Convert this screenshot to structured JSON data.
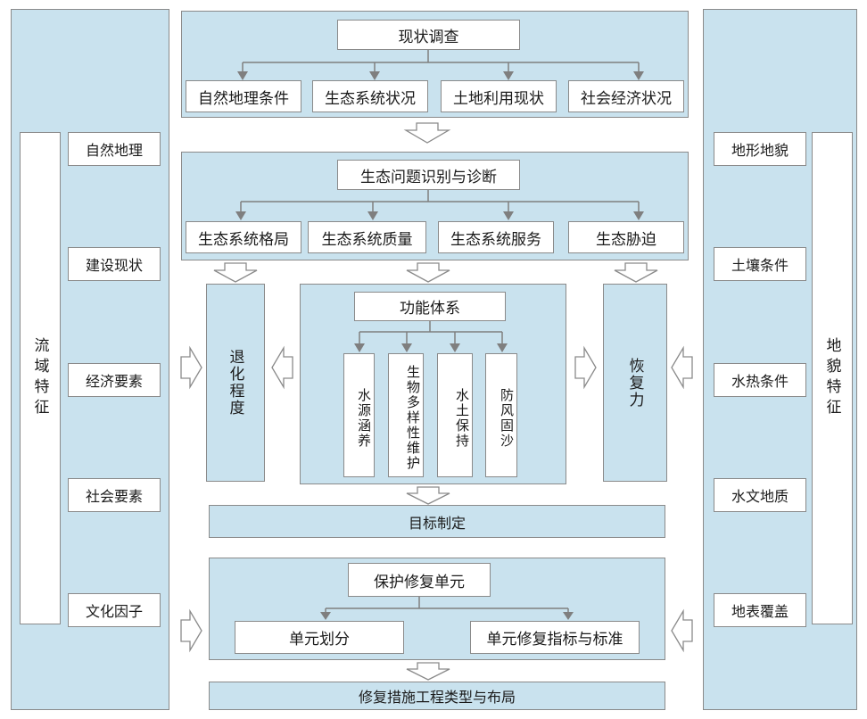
{
  "left_panel": {
    "title": "流域特征",
    "items": [
      "自然地理",
      "建设现状",
      "经济要素",
      "社会要素",
      "文化因子"
    ]
  },
  "right_panel": {
    "title": "地貌特征",
    "items": [
      "地形地貌",
      "土壤条件",
      "水热条件",
      "水文地质",
      "地表覆盖"
    ]
  },
  "survey": {
    "title": "现状调查",
    "items": [
      "自然地理条件",
      "生态系统状况",
      "土地利用现状",
      "社会经济状况"
    ]
  },
  "diagnosis": {
    "title": "生态问题识别与诊断",
    "items": [
      "生态系统格局",
      "生态系统质量",
      "生态系统服务",
      "生态胁迫"
    ]
  },
  "degradation": "退化程度",
  "function": {
    "title": "功能体系",
    "items": [
      "水源涵养",
      "生物多样性维护",
      "水土保持",
      "防风固沙"
    ]
  },
  "recovery": "恢复力",
  "target": "目标制定",
  "unit": {
    "title": "保护修复单元",
    "items": [
      "单元划分",
      "单元修复指标与标准"
    ]
  },
  "measures": "修复措施工程类型与布局",
  "colors": {
    "panel_fill": "#c9e2ee",
    "border": "#8a8a8a",
    "box_fill": "#ffffff",
    "arrow": "#7f7f7f"
  }
}
